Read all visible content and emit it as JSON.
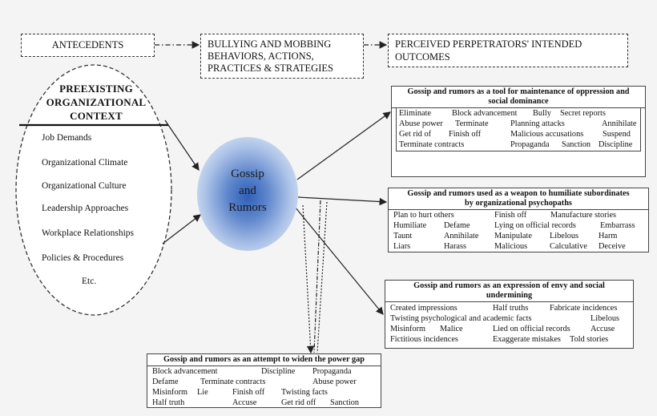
{
  "headers": {
    "antecedents": "ANTECEDENTS",
    "behaviors": [
      "BULLYING AND MOBBING",
      "BEHAVIORS, ACTIONS,",
      "PRACTICES  & STRATEGIES"
    ],
    "outcomes": [
      "PERCEIVED PERPETRATORS' INTENDED",
      "OUTCOMES"
    ]
  },
  "context": {
    "title": [
      "PREEXISTING",
      "ORGANIZATIONAL",
      "CONTEXT"
    ],
    "items": [
      "Job Demands",
      "Organizational Climate",
      "Organizational Culture",
      "Leadership Approaches",
      "Workplace Relationships",
      "Policies & Procedures",
      "Etc."
    ]
  },
  "center": {
    "lines": [
      "Gossip",
      "and",
      "Rumors"
    ]
  },
  "panels": {
    "oppression": {
      "title": [
        "Gossip and rumors as a tool for maintenance of oppression and",
        "social dominance"
      ],
      "rows": [
        [
          "Eliminate",
          "Block advancement",
          "Bully",
          "Secret reports"
        ],
        [
          "Abuse power",
          "Terminate",
          "Planning attacks",
          "Annihilate"
        ],
        [
          "Get rid of",
          "Finish off",
          "Malicious accusations",
          "Suspend"
        ],
        [
          "Terminate contracts",
          "Propaganda",
          "Sanction",
          "Discipline"
        ]
      ]
    },
    "weapon": {
      "title": [
        "Gossip and rumors used as a weapon to humiliate subordinates",
        "by organizational psychopaths"
      ],
      "rows": [
        [
          "Plan to hurt others",
          "Finish off",
          "Manufacture stories"
        ],
        [
          "Humiliate",
          "Defame",
          "Lying on official records",
          "Embarrass"
        ],
        [
          "Taunt",
          "Annihilate",
          "Manipulate",
          "Libelous",
          "Harm"
        ],
        [
          "Liars",
          "Harass",
          "Malicious",
          "Calculative",
          "Deceive"
        ]
      ]
    },
    "envy": {
      "title": [
        "Gossip and rumors as an expression of envy and social",
        "undermining"
      ],
      "rows": [
        [
          "Created impressions",
          "Half truths",
          "Fabricate incidences"
        ],
        [
          "Twisting psychological and academic facts",
          "Libelous"
        ],
        [
          "Misinform",
          "Malice",
          "Lied on official records",
          "Accuse"
        ],
        [
          "Fictitious incidences",
          "Exaggerate mistakes",
          "Told stories"
        ]
      ]
    },
    "powergap": {
      "title": [
        "Gossip and rumors as an attempt to widen the power gap"
      ],
      "rows": [
        [
          "Block advancement",
          "Discipline",
          "Propaganda"
        ],
        [
          "Defame",
          "Terminate contracts",
          "Abuse power"
        ],
        [
          "Misinform",
          "Lie",
          "Finish off",
          "Twisting facts"
        ],
        [
          "Half truth",
          "Accuse",
          "Get rid off",
          "Sanction"
        ]
      ]
    }
  }
}
